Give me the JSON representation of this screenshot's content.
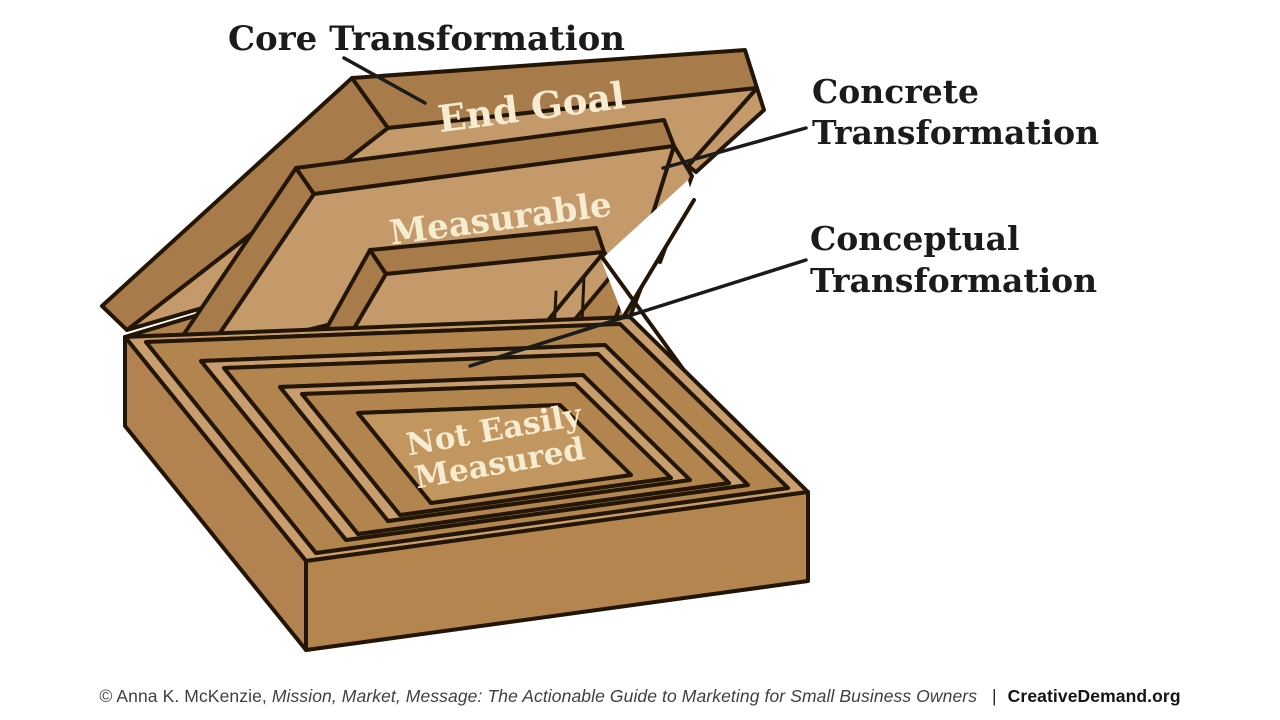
{
  "diagram": {
    "title_concept": "Nested transformation boxes",
    "callouts": {
      "core": {
        "text": "Core Transformation"
      },
      "concrete": {
        "line1": "Concrete",
        "line2": "Transformation"
      },
      "conceptual": {
        "line1": "Conceptual",
        "line2": "Transformation"
      }
    },
    "lids": {
      "outer": "End Goal",
      "middle": "Measurable"
    },
    "floor": {
      "line1": "Not Easily",
      "line2": "Measured"
    },
    "colors": {
      "background": "#ffffff",
      "outline": "#241607",
      "lid_face": "#c49a6a",
      "lid_edge": "#a87c4a",
      "rim_top": "#c89e6e",
      "wall": "#b2854e",
      "front_face": "#b28350",
      "floor": "#c2965f",
      "label_text": "#1b1b1b",
      "lid_text": "#f6ecd2"
    }
  },
  "footer": {
    "copyright": "© Anna K. McKenzie,",
    "book_title": "Mission, Market, Message: The Actionable Guide to Marketing for Small Business Owners",
    "separator": "|",
    "site": "CreativeDemand.org"
  }
}
